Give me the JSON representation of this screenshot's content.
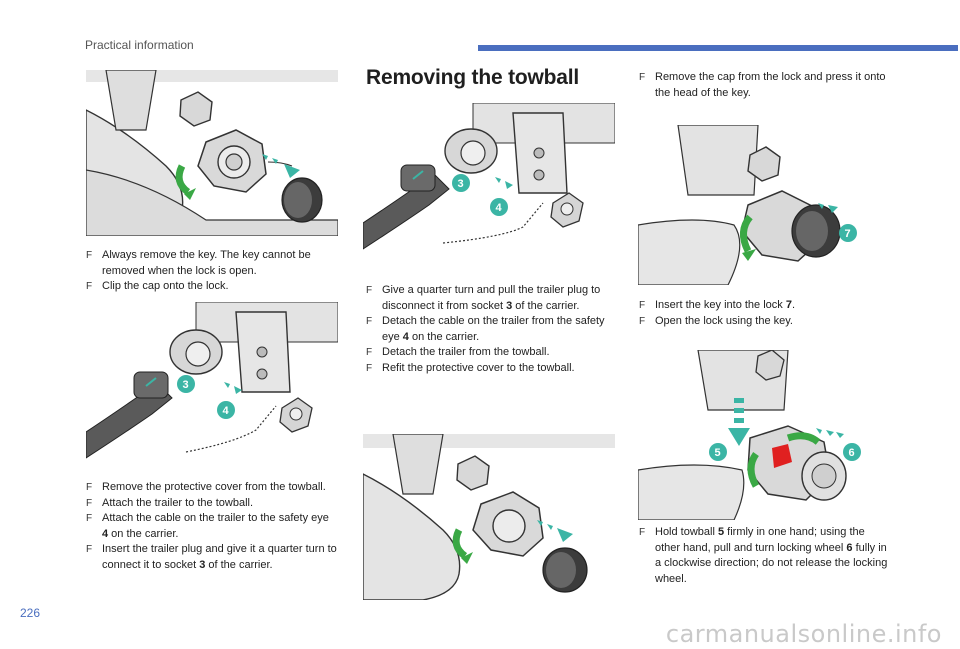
{
  "header": {
    "section": "Practical information"
  },
  "page_number": "226",
  "watermark": "carmanualsonline.info",
  "title": "Removing the towball",
  "col1": {
    "list_a": [
      {
        "pre": "Always remove the key. The key cannot be removed when the lock is open."
      },
      {
        "pre": "Clip the cap onto the lock."
      }
    ],
    "list_b": [
      {
        "pre": "Remove the protective cover from the towball."
      },
      {
        "pre": "Attach the trailer to the towball."
      },
      {
        "pre": "Attach the cable on the trailer to the safety eye ",
        "num": "4",
        "post": " on the carrier."
      },
      {
        "pre": "Insert the trailer plug and give it a quarter turn to connect it to socket ",
        "num": "3",
        "post": " of the carrier."
      }
    ]
  },
  "col2": {
    "list": [
      {
        "pre": "Give a quarter turn and pull the trailer plug to disconnect it from socket ",
        "num": "3",
        "post": " of the carrier."
      },
      {
        "pre": "Detach the cable on the trailer from the safety eye ",
        "num": "4",
        "post": " on the carrier."
      },
      {
        "pre": "Detach the trailer from the towball."
      },
      {
        "pre": "Refit the protective cover to the towball."
      }
    ]
  },
  "col3": {
    "list_a": [
      {
        "pre": "Remove the cap from the lock and press it onto the head of the key."
      }
    ],
    "list_b": [
      {
        "pre": "Insert the key into the lock ",
        "num": "7",
        "post": "."
      },
      {
        "pre": "Open the lock using the key."
      }
    ],
    "list_c": [
      {
        "pre": "Hold towball ",
        "num": "5",
        "post": " firmly in one hand; using the other hand, pull and turn locking wheel ",
        "num2": "6",
        "post2": " fully in a clockwise direction; do not release the locking wheel."
      }
    ]
  },
  "bullet_glyph": "F",
  "badges": {
    "three": "3",
    "four": "4",
    "five": "5",
    "six": "6",
    "seven": "7"
  },
  "colors": {
    "accent": "#4a6ebf",
    "badge": "#3bb5a5",
    "arrow_green": "#3aa845",
    "red": "#e02020"
  }
}
